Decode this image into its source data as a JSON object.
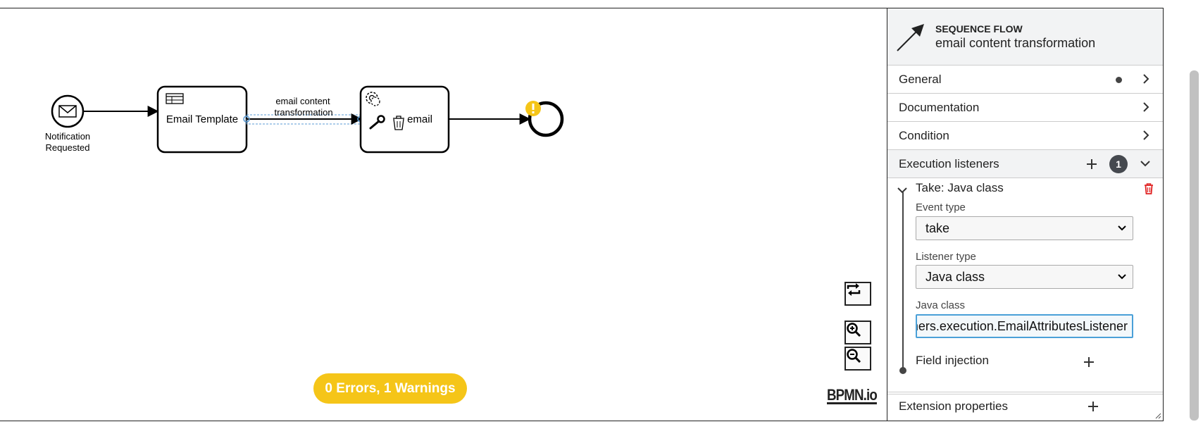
{
  "diagram": {
    "start_event_label_line1": "Notification",
    "start_event_label_line2": "Requested",
    "task1_label": "Email Template",
    "flow_label_line1": "email content",
    "flow_label_line2": "transformation",
    "task2_label": "email"
  },
  "issues": {
    "text": "0 Errors, 1 Warnings"
  },
  "logo": {
    "text": "BPMN.io"
  },
  "panel": {
    "header_type": "SEQUENCE FLOW",
    "header_name": "email content transformation",
    "groups": {
      "general": "General",
      "documentation": "Documentation",
      "condition": "Condition",
      "execution_listeners": "Execution listeners",
      "execution_listeners_count": "1",
      "extension_properties": "Extension properties"
    },
    "listener": {
      "title": "Take: Java class",
      "event_type_label": "Event type",
      "event_type_value": "take",
      "listener_type_label": "Listener type",
      "listener_type_value": "Java class",
      "java_class_label": "Java class",
      "java_class_value": "ners.execution.EmailAttributesListener",
      "field_injection_label": "Field injection"
    }
  },
  "colors": {
    "warning": "#f5c518",
    "accent": "#4aa0d8",
    "delete": "#e02020"
  }
}
